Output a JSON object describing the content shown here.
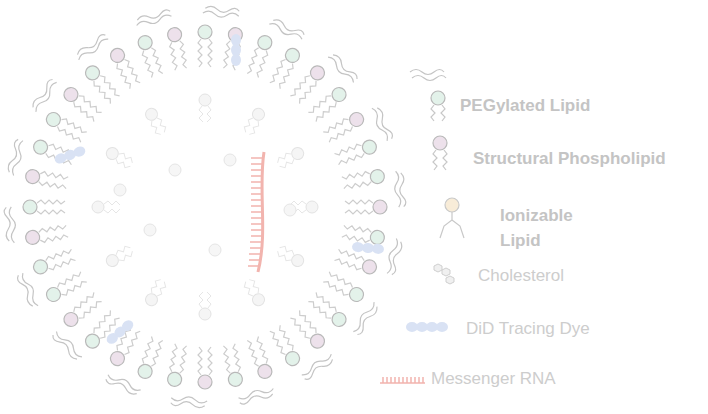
{
  "diagram": {
    "legend": [
      {
        "text": "PEGylated Lipid"
      },
      {
        "text": "Structural Phospholipid"
      },
      {
        "text": "Ionizable Lipid"
      },
      {
        "text": "Cholesterol"
      },
      {
        "text": "DiD Tracing Dye"
      },
      {
        "text": "Messenger RNA"
      }
    ]
  }
}
